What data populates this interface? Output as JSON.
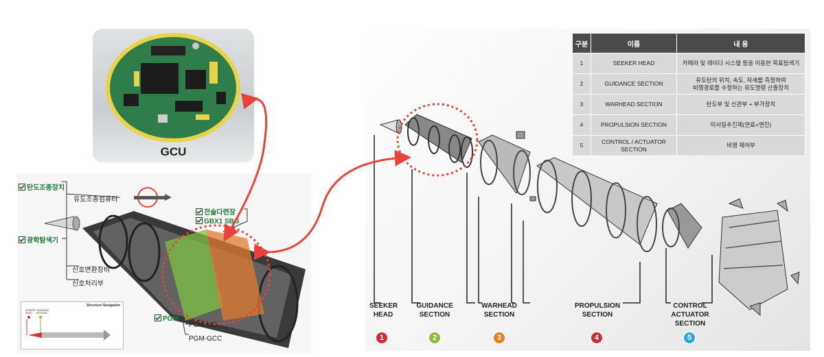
{
  "gcu": {
    "label": "GCU"
  },
  "left_diagram": {
    "labels": {
      "seeker_control": "탄도조종장치",
      "guidance_computer": "유도조종컴퓨터",
      "optical_seeker": "광학탐색기",
      "signal_converter": "신호변환장비",
      "signal_processor": "신호처리부",
      "tactical_datalink": "전술다련장",
      "gbx1_sbg": "GBX1 SBG",
      "pgm": "PGM",
      "pgm_nc": "PGM-NC",
      "pgm_gcc": "PGM-GCC"
    },
    "nav": {
      "title": "Structure Navigation",
      "seeker": "SEEKER HEAD",
      "guidance": "GUIDANCE SECTION"
    }
  },
  "table": {
    "headers": [
      "구분",
      "이름",
      "내      용"
    ],
    "rows": [
      {
        "no": "1",
        "name": "SEEKER HEAD",
        "content": "카메라 및 레이다 시스템 등을 이용한 목표탐색기"
      },
      {
        "no": "2",
        "name": "GUIDANCE SECTION",
        "content": "유도탄의  위치, 속도, 자세를 측정하여\n비행경로를 수정하는 유도명령 산출장치"
      },
      {
        "no": "3",
        "name": "WARHEAD SECTION",
        "content": "탄도부 및 신관부 + 부가장치"
      },
      {
        "no": "4",
        "name": "PROPULSION SECTION",
        "content": "미사일추진제(연료+엔진)"
      },
      {
        "no": "5",
        "name": "CONTROL / ACTUATOR\nSECTION",
        "content": "비행 제어부"
      }
    ]
  },
  "sections": [
    {
      "label": "SEEKER\nHEAD",
      "num": "1",
      "color": "#c62f36"
    },
    {
      "label": "GUIDANCE\nSECTION",
      "num": "2",
      "color": "#8dba3b"
    },
    {
      "label": "WARHEAD\nSECTION",
      "num": "3",
      "color": "#e67e22"
    },
    {
      "label": "PROPULSION\nSECTION",
      "num": "4",
      "color": "#c62f36"
    },
    {
      "label": "CONTROL\nACTUATOR\nSECTION",
      "num": "5",
      "color": "#2fa6d8"
    }
  ],
  "colors": {
    "arrow": "#e8433a",
    "highlight_green": "#7dc242",
    "highlight_orange": "#e07a2e",
    "label_green": "#1f7a3a",
    "table_header": "#4a4a4a",
    "table_cell": "#d9d9d9"
  }
}
